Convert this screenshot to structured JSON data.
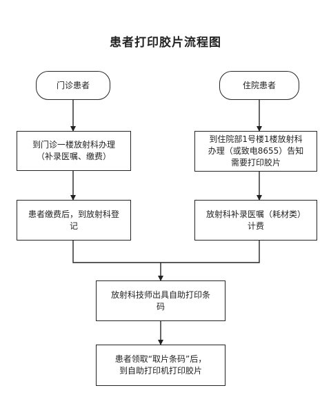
{
  "title": "患者打印胶片流程图",
  "nodes": {
    "outpatient": "门诊患者",
    "inpatient": "住院患者",
    "outpatient_step1": "到门诊一楼放射科办理\n（补录医嘱、缴费）",
    "inpatient_step1": "到住院部1号楼1楼放射科\n办理（或致电8655）告知\n需要打印胶片",
    "outpatient_step2": "患者缴费后，到放射科登\n记",
    "inpatient_step2": "放射科补录医嘱（耗材类）\n计费",
    "merge_step": "放射科技师出具自助打印条\n码",
    "final_step": "患者领取“取片条码”后，\n到自助打印机打印胶片"
  },
  "colors": {
    "stroke": "#222222",
    "background": "#ffffff"
  }
}
